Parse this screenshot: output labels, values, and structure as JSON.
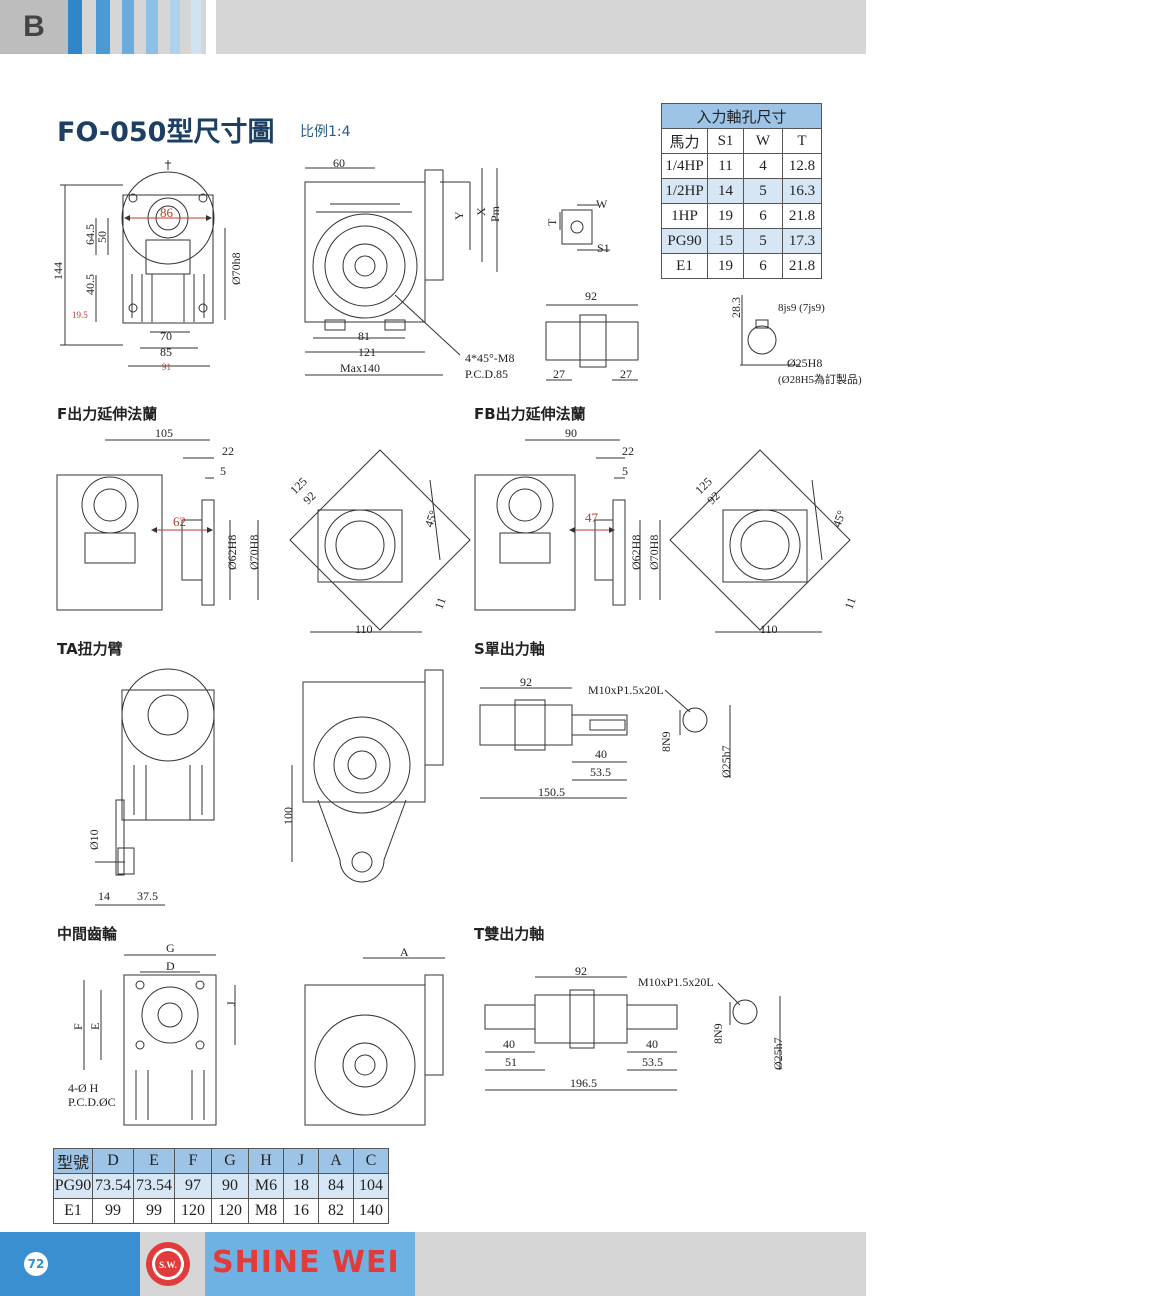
{
  "header": {
    "tab_letter": "B"
  },
  "title": "FO-050型尺寸圖",
  "scale": "比例1:4",
  "input_table": {
    "caption": "入力軸孔尺寸",
    "columns": [
      "馬力",
      "S1",
      "W",
      "T"
    ],
    "rows": [
      [
        "1/4HP",
        "11",
        "4",
        "12.8"
      ],
      [
        "1/2HP",
        "14",
        "5",
        "16.3"
      ],
      [
        "1HP",
        "19",
        "6",
        "21.8"
      ],
      [
        "PG90",
        "15",
        "5",
        "17.3"
      ],
      [
        "E1",
        "19",
        "6",
        "21.8"
      ]
    ]
  },
  "sections": {
    "f_flange": "F出力延伸法蘭",
    "fb_flange": "FB出力延伸法蘭",
    "ta_arm": "TA扭力臂",
    "s_shaft": "S單出力軸",
    "middle_gear": "中間齒輪",
    "t_shaft": "T雙出力軸"
  },
  "dims": {
    "front": {
      "d86": "86",
      "d64_5": "64.5",
      "d50": "50",
      "d144": "144",
      "d40_5": "40.5",
      "d19_5": "19.5",
      "d70h8": "Ø70h8",
      "d70": "70",
      "d85": "85",
      "d91": "91"
    },
    "side": {
      "d60": "60",
      "y": "Y",
      "x": "X",
      "pm": "Pm",
      "d81": "81",
      "d121": "121",
      "max140": "Max140",
      "bolt": "4*45°-M8",
      "pcd": "P.C.D.85"
    },
    "key": {
      "t": "T",
      "w": "W",
      "s1": "S1"
    },
    "hollow": {
      "d92": "92",
      "d27a": "27",
      "d27b": "27"
    },
    "bore": {
      "d28_3": "28.3",
      "key": "8js9 (7js9)",
      "d25h8": "Ø25H8",
      "note": "(Ø28H5為訂製品)"
    },
    "f": {
      "d105": "105",
      "d22": "22",
      "d5": "5",
      "d62": "62",
      "d62h8": "Ø62H8",
      "d70h8": "Ø70H8",
      "d125": "125",
      "d92": "92",
      "d45": "45°",
      "d110": "110",
      "d11": "11"
    },
    "fb": {
      "d90": "90",
      "d22": "22",
      "d5": "5",
      "d47": "47",
      "d62h8": "Ø62H8",
      "d70h8": "Ø70H8",
      "d125": "125",
      "d92": "92",
      "d45": "45°",
      "d110": "110",
      "d11": "11"
    },
    "ta": {
      "d10": "Ø10",
      "d14": "14",
      "d37_5": "37.5",
      "d100": "100"
    },
    "s": {
      "d92": "92",
      "thread": "M10xP1.5x20L",
      "d40": "40",
      "d53_5": "53.5",
      "d150_5": "150.5",
      "d8n9": "8N9",
      "d25h7": "Ø25h7"
    },
    "mid": {
      "g": "G",
      "d": "D",
      "f": "F",
      "e": "E",
      "j": "J",
      "a": "A",
      "holes": "4-Ø H",
      "pcd": "P.C.D.ØC"
    },
    "t": {
      "d92": "92",
      "thread": "M10xP1.5x20L",
      "d40a": "40",
      "d51": "51",
      "d40b": "40",
      "d53_5": "53.5",
      "d196_5": "196.5",
      "d8n9": "8N9",
      "d25h7": "Ø25h7"
    }
  },
  "model_table": {
    "columns": [
      "型號",
      "D",
      "E",
      "F",
      "G",
      "H",
      "J",
      "A",
      "C"
    ],
    "rows": [
      [
        "PG90",
        "73.54",
        "73.54",
        "97",
        "90",
        "M6",
        "18",
        "84",
        "104"
      ],
      [
        "E1",
        "99",
        "99",
        "120",
        "120",
        "M8",
        "16",
        "82",
        "140"
      ]
    ]
  },
  "footer": {
    "page": "72",
    "logo": "S.W.",
    "brand": "SHINE WEI"
  },
  "colors": {
    "header_gray": "#d6d6d6",
    "footer_blue": "#3a8fd0",
    "table_head": "#9dc3e6",
    "table_band": "#d6e6f5",
    "title": "#1c3f63",
    "brand_red": "#e23b3b",
    "red_dim": "#c0392b"
  }
}
